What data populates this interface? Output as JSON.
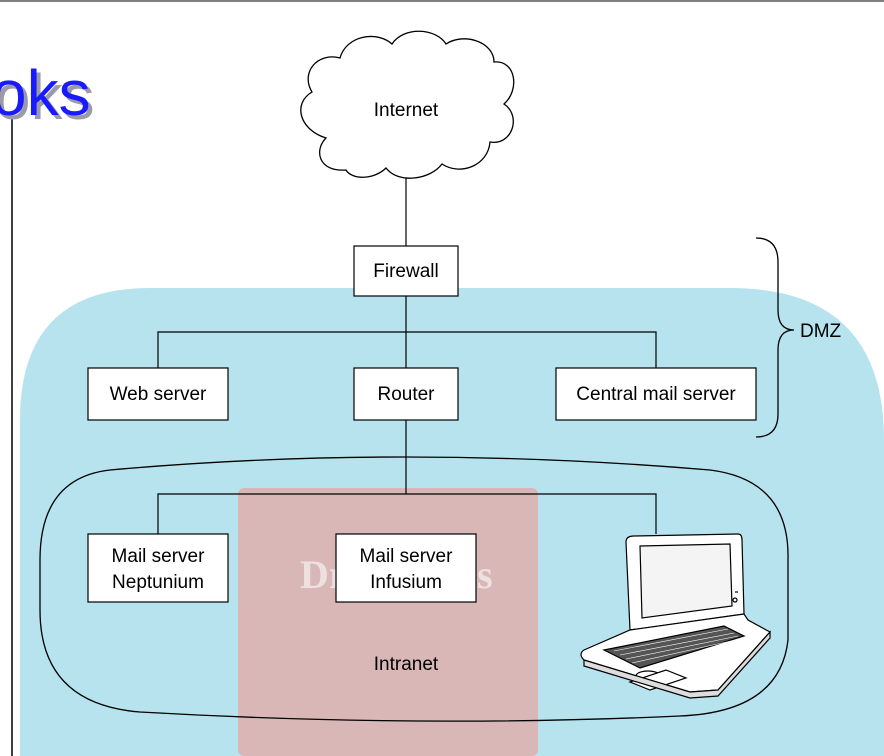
{
  "logo": {
    "text": "oks",
    "color": "#1a1aff",
    "shadow": "#9a9aa8"
  },
  "watermark": {
    "text": "DropBooks",
    "color": "#b7e3ef",
    "book_color": "#d9b7b7"
  },
  "diagram": {
    "internet_label": "Internet",
    "firewall_label": "Firewall",
    "web_server_label": "Web server",
    "router_label": "Router",
    "central_mail_label": "Central mail server",
    "dmz_label": "DMZ",
    "mail_neptunium_line1": "Mail server",
    "mail_neptunium_line2": "Neptunium",
    "mail_infusium_line1": "Mail server",
    "mail_infusium_line2": "Infusium",
    "intranet_label": "Intranet"
  }
}
